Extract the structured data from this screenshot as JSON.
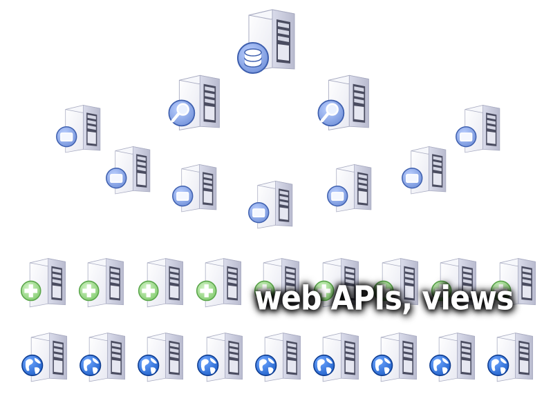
{
  "diagram": {
    "caption": "web APIs, views",
    "colors": {
      "server_face": "#e8e9f2",
      "server_side": "#b9bbcf",
      "server_dark": "#4a4c60",
      "badge_blue": "#6f8fd8",
      "badge_green": "#7ec86a",
      "globe_blue": "#1f5fc8"
    },
    "nodes": [
      {
        "name": "database-server",
        "icon": "database-server-icon",
        "badge": "database"
      },
      {
        "name": "search-server-left",
        "icon": "search-server-icon",
        "badge": "search"
      },
      {
        "name": "search-server-right",
        "icon": "search-server-icon",
        "badge": "search"
      },
      {
        "name": "monitor-server-1",
        "icon": "monitor-server-icon",
        "badge": "monitor"
      },
      {
        "name": "monitor-server-2",
        "icon": "monitor-server-icon",
        "badge": "monitor"
      },
      {
        "name": "monitor-server-3",
        "icon": "monitor-server-icon",
        "badge": "monitor"
      },
      {
        "name": "monitor-server-4",
        "icon": "monitor-server-icon",
        "badge": "monitor"
      },
      {
        "name": "monitor-server-5",
        "icon": "monitor-server-icon",
        "badge": "monitor"
      },
      {
        "name": "monitor-server-6",
        "icon": "monitor-server-icon",
        "badge": "monitor"
      },
      {
        "name": "monitor-server-7",
        "icon": "monitor-server-icon",
        "badge": "monitor"
      },
      {
        "name": "add-server-1",
        "icon": "add-server-icon",
        "badge": "add"
      },
      {
        "name": "add-server-2",
        "icon": "add-server-icon",
        "badge": "add"
      },
      {
        "name": "add-server-3",
        "icon": "add-server-icon",
        "badge": "add"
      },
      {
        "name": "add-server-4",
        "icon": "add-server-icon",
        "badge": "add"
      },
      {
        "name": "add-server-5",
        "icon": "add-server-icon",
        "badge": "add"
      },
      {
        "name": "add-server-6",
        "icon": "add-server-icon",
        "badge": "add"
      },
      {
        "name": "add-server-7",
        "icon": "add-server-icon",
        "badge": "add"
      },
      {
        "name": "add-server-8",
        "icon": "add-server-icon",
        "badge": "add"
      },
      {
        "name": "add-server-9",
        "icon": "add-server-icon",
        "badge": "add"
      },
      {
        "name": "web-server-1",
        "icon": "globe-server-icon",
        "badge": "globe"
      },
      {
        "name": "web-server-2",
        "icon": "globe-server-icon",
        "badge": "globe"
      },
      {
        "name": "web-server-3",
        "icon": "globe-server-icon",
        "badge": "globe"
      },
      {
        "name": "web-server-4",
        "icon": "globe-server-icon",
        "badge": "globe"
      },
      {
        "name": "web-server-5",
        "icon": "globe-server-icon",
        "badge": "globe"
      },
      {
        "name": "web-server-6",
        "icon": "globe-server-icon",
        "badge": "globe"
      },
      {
        "name": "web-server-7",
        "icon": "globe-server-icon",
        "badge": "globe"
      },
      {
        "name": "web-server-8",
        "icon": "globe-server-icon",
        "badge": "globe"
      },
      {
        "name": "web-server-9",
        "icon": "globe-server-icon",
        "badge": "globe"
      }
    ]
  }
}
